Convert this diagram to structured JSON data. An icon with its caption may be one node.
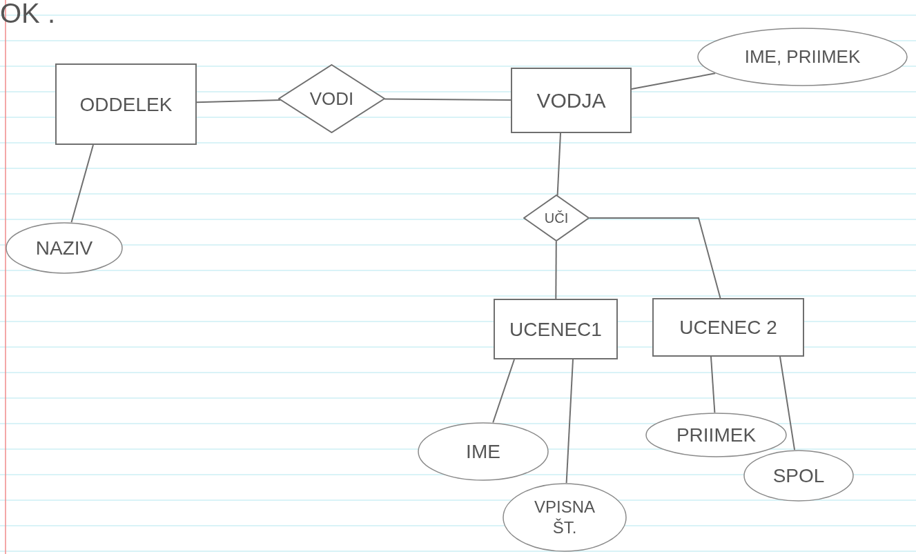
{
  "diagram": {
    "nodes": [
      {
        "text": [
          "ODDELEK"
        ]
      },
      {
        "text": [
          "VODI"
        ]
      },
      {
        "text": [
          "VODJA"
        ]
      },
      {
        "text": [
          "IME, PRIIMEK"
        ]
      },
      {
        "text": [
          "NAZIV"
        ]
      },
      {
        "text": [
          "UČI"
        ]
      },
      {
        "text": [
          "UCENEC1"
        ]
      },
      {
        "text": [
          "UCENEC 2"
        ]
      },
      {
        "text": [
          "IME"
        ]
      },
      {
        "text": [
          "VPISNA ŠT."
        ]
      },
      {
        "text": [
          "PRIIMEK"
        ]
      },
      {
        "text": [
          "SPOL"
        ]
      }
    ],
    "edges": [
      {
        "from": 0,
        "to": 1,
        "arrow": "none"
      },
      {
        "from": 1,
        "to": 2,
        "arrow": "none"
      },
      {
        "from": 2,
        "to": 3,
        "arrow": "none"
      },
      {
        "from": 0,
        "to": 4,
        "arrow": "none"
      },
      {
        "from": 2,
        "to": 5,
        "arrow": "none"
      },
      {
        "from": 5,
        "to": 6,
        "arrow": "none"
      },
      {
        "from": 5,
        "to": 7,
        "arrow": "none"
      },
      {
        "from": 6,
        "to": 8,
        "arrow": "none"
      },
      {
        "from": 6,
        "to": 9,
        "arrow": "none"
      },
      {
        "from": 7,
        "to": 10,
        "arrow": "none"
      },
      {
        "from": 7,
        "to": 11,
        "arrow": "none"
      }
    ],
    "labels": [
      "OK ."
    ]
  }
}
